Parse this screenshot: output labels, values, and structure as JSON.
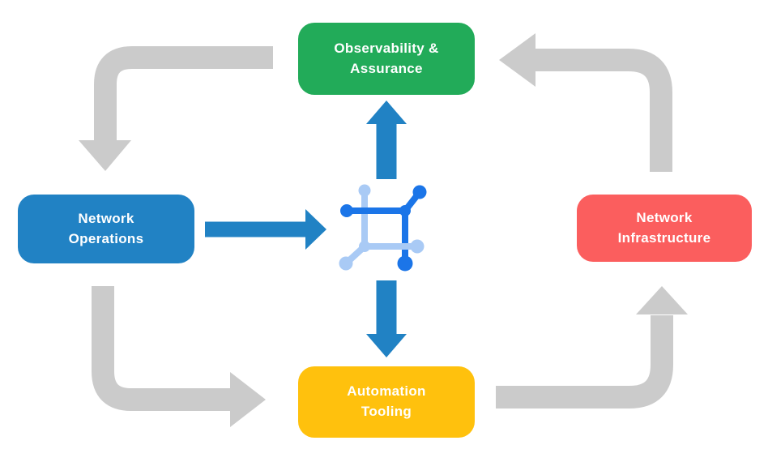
{
  "diagram": {
    "nodes": [
      {
        "id": "observability",
        "label": "Observability &\nAssurance",
        "color": "#22AB59"
      },
      {
        "id": "operations",
        "label": "Network\nOperations",
        "color": "#2182C4"
      },
      {
        "id": "infrastructure",
        "label": "Network\nInfrastructure",
        "color": "#FB5E5E"
      },
      {
        "id": "automation",
        "label": "Automation\nTooling",
        "color": "#FFC10D"
      }
    ],
    "cycle_arrows": [
      {
        "from": "observability",
        "to": "operations"
      },
      {
        "from": "operations",
        "to": "automation"
      },
      {
        "from": "automation",
        "to": "infrastructure"
      },
      {
        "from": "infrastructure",
        "to": "observability"
      }
    ],
    "hub_arrows": [
      {
        "from": "operations",
        "to": "hub"
      },
      {
        "from": "hub",
        "to": "observability"
      },
      {
        "from": "hub",
        "to": "automation"
      }
    ],
    "hub": {
      "icon": "network-mesh-icon"
    }
  },
  "colors": {
    "background": "#FFFFFF",
    "cycle_arrow_gray": "#CBCBCB",
    "flow_arrow_blue": "#2182C4",
    "icon_blue_dark": "#1B75E8",
    "icon_blue_light": "#A9CAF5",
    "node_text": "#FFFFFF"
  }
}
